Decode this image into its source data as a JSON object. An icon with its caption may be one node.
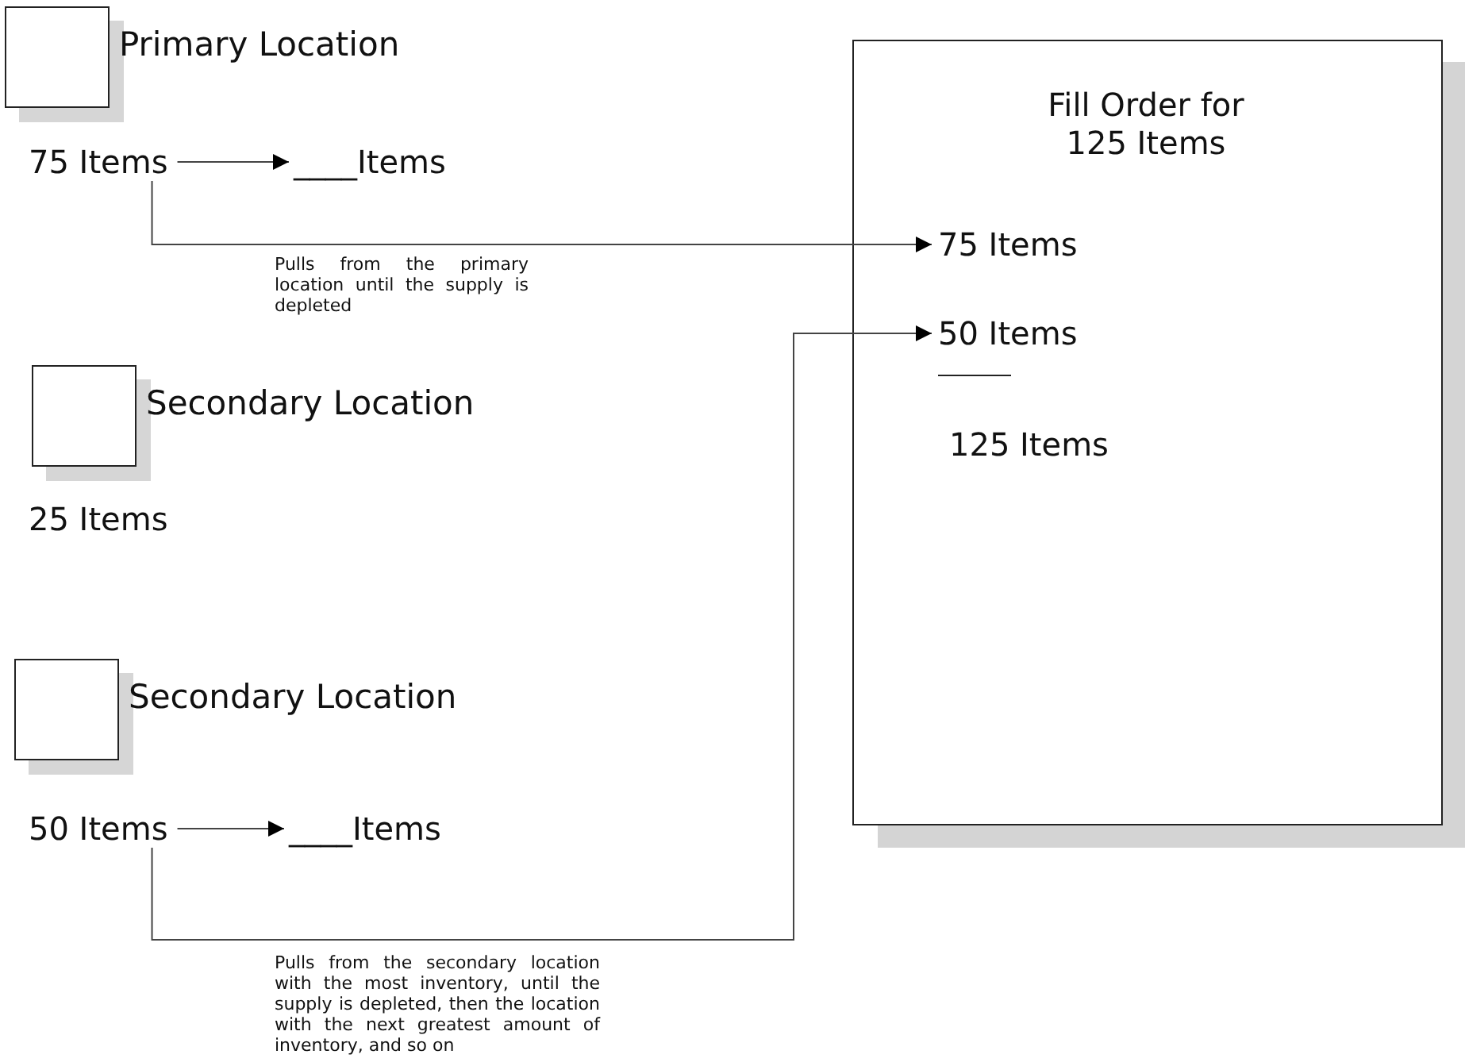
{
  "diagram": {
    "nodes": [
      {
        "text": [],
        "shape": "box",
        "beside": [
          "Primary Location"
        ]
      },
      {
        "text": [
          "75 Items"
        ]
      },
      {
        "text": [
          "____Items"
        ]
      },
      {
        "text": [],
        "shape": "box",
        "beside": [
          "Secondary Location"
        ]
      },
      {
        "text": [
          "25 Items"
        ]
      },
      {
        "text": [],
        "shape": "box",
        "beside": [
          "Secondary Location"
        ]
      },
      {
        "text": [
          "50 Items"
        ]
      },
      {
        "text": [
          "____Items"
        ]
      },
      {
        "text": [
          "Fill Order for 125 Items"
        ]
      },
      {
        "text": [
          "75 Items"
        ],
        "in": 8
      },
      {
        "text": [
          "50 Items"
        ],
        "in": 8
      },
      {
        "text": [
          "125 Items"
        ],
        "in": 8
      }
    ],
    "edges": [
      {
        "from": 1,
        "to": 2,
        "arrow": "to"
      },
      {
        "from": 1,
        "to": 9,
        "arrow": "to"
      },
      {
        "from": 6,
        "to": 7,
        "arrow": "to"
      },
      {
        "from": 6,
        "to": 10,
        "arrow": "to"
      }
    ],
    "labels": [
      "Pulls from the primary location until the supply is depleted",
      "Pulls from the secondary location with the most inventory, until the supply is depleted, then the location with the next greatest amount of inventory, and so on"
    ]
  }
}
